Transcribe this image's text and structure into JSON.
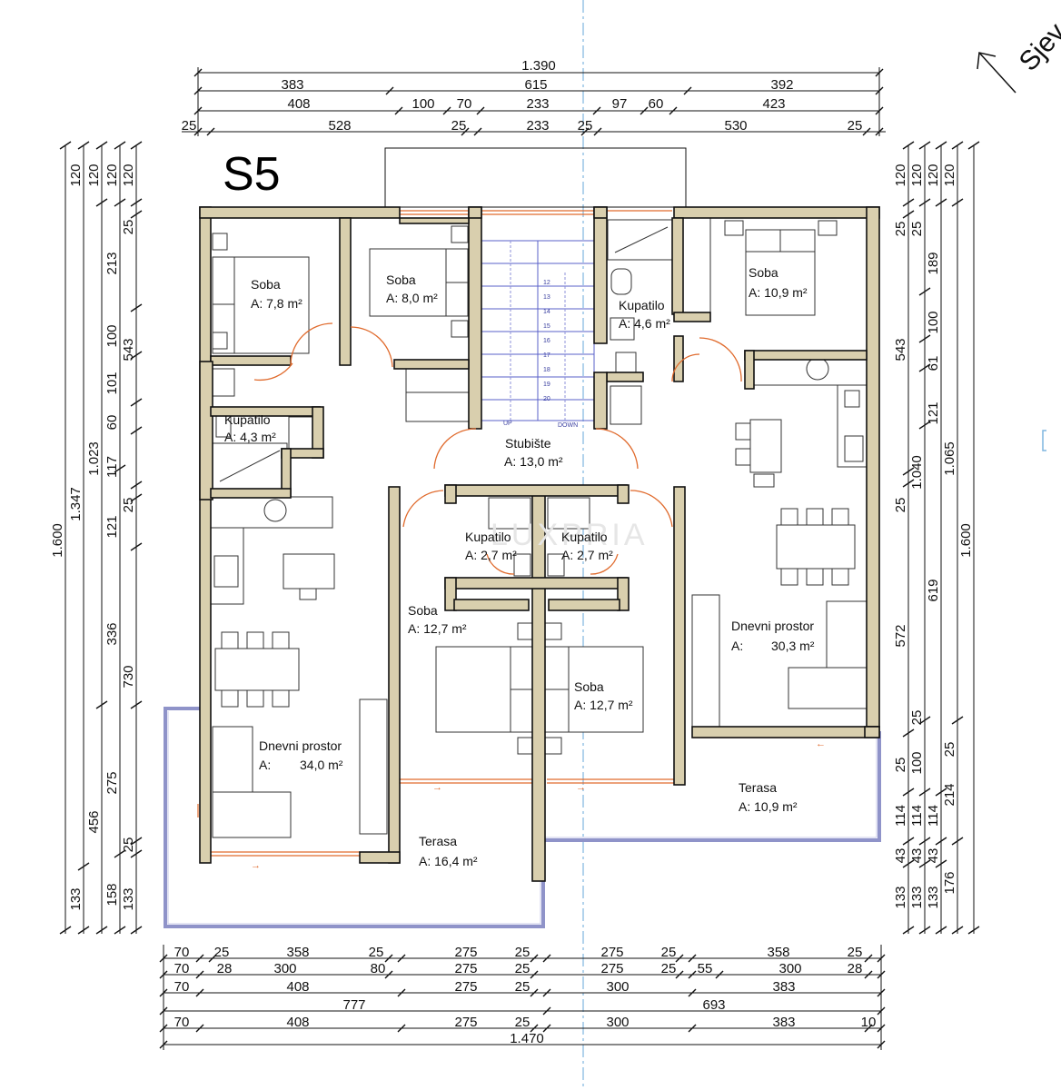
{
  "title": "S5",
  "north_label": "Sjev",
  "watermark": "LUXPRIA",
  "rooms": {
    "soba1": {
      "name": "Soba",
      "area": "A: 7,8 m²"
    },
    "soba2": {
      "name": "Soba",
      "area": "A: 8,0 m²"
    },
    "kupatilo1": {
      "name": "Kupatilo",
      "area": "A: 4,6 m²"
    },
    "soba3": {
      "name": "Soba",
      "area": "A: 10,9 m²"
    },
    "kupatilo2": {
      "name": "Kupatilo",
      "area": "A: 4,3 m²"
    },
    "stubiste": {
      "name": "Stubište",
      "area": "A: 13,0 m²"
    },
    "kupatilo3": {
      "name": "Kupatilo",
      "area": "A: 2,7 m²"
    },
    "kupatilo4": {
      "name": "Kupatilo",
      "area": "A: 2,7 m²"
    },
    "soba4": {
      "name": "Soba",
      "area": "A: 12,7 m²"
    },
    "soba5": {
      "name": "Soba",
      "area": "A: 12,7 m²"
    },
    "dnevni1": {
      "name": "Dnevni prostor",
      "area_label": "A:",
      "area_value": "34,0 m²"
    },
    "dnevni2": {
      "name": "Dnevni prostor",
      "area_label": "A:",
      "area_value": "30,3 m²"
    },
    "terasa1": {
      "name": "Terasa",
      "area": "A: 16,4 m²"
    },
    "terasa2": {
      "name": "Terasa",
      "area": "A: 10,9 m²"
    }
  },
  "stair_numbers": [
    "12",
    "13",
    "14",
    "15",
    "16",
    "17",
    "18",
    "19",
    "20"
  ],
  "stair_up": "UP",
  "stair_down": "DOWN",
  "dims_top": {
    "r1": [
      "1.390"
    ],
    "r2": [
      "383",
      "615",
      "392"
    ],
    "r3": [
      "408",
      "100",
      "70",
      "233",
      "97",
      "60",
      "423"
    ],
    "r4": [
      "25",
      "528",
      "25",
      "233",
      "25",
      "530",
      "25"
    ]
  },
  "dims_bottom": {
    "r1": [
      "70",
      "25",
      "358",
      "25",
      "275",
      "25",
      "275",
      "25",
      "358",
      "25"
    ],
    "r2": [
      "70",
      "28",
      "300",
      "80",
      "275",
      "25",
      "275",
      "25",
      "55",
      "300",
      "28"
    ],
    "r3": [
      "70",
      "408",
      "275",
      "25",
      "300",
      "383"
    ],
    "r4": [
      "777",
      "693"
    ],
    "r5": [
      "70",
      "408",
      "275",
      "25",
      "300",
      "383",
      "10"
    ],
    "r6": [
      "1.470"
    ]
  },
  "dims_left": {
    "c1": [
      "1.600"
    ],
    "c2": [
      "1.347",
      "133"
    ],
    "c3": [
      "120",
      "1.023",
      "456"
    ],
    "c4": [
      "120",
      "543",
      "730",
      "158"
    ],
    "c5": [
      "120",
      "213",
      "100",
      "101",
      "60",
      "117",
      "121",
      "336",
      "275",
      "133"
    ],
    "c6": [
      "120",
      "25",
      "25",
      "25"
    ]
  },
  "dims_right": {
    "c1": [
      "120",
      "25",
      "543",
      "25",
      "572",
      "25",
      "25",
      "114",
      "43",
      "133"
    ],
    "c2": [
      "120",
      "189",
      "100",
      "61",
      "121",
      "619",
      "100",
      "114",
      "43",
      "133"
    ],
    "c3": [
      "120",
      "25",
      "1.040",
      "25",
      "114",
      "43",
      "133"
    ],
    "c4": [
      "120",
      "1.065",
      "214",
      "176"
    ],
    "c5": [
      "1.600"
    ]
  }
}
